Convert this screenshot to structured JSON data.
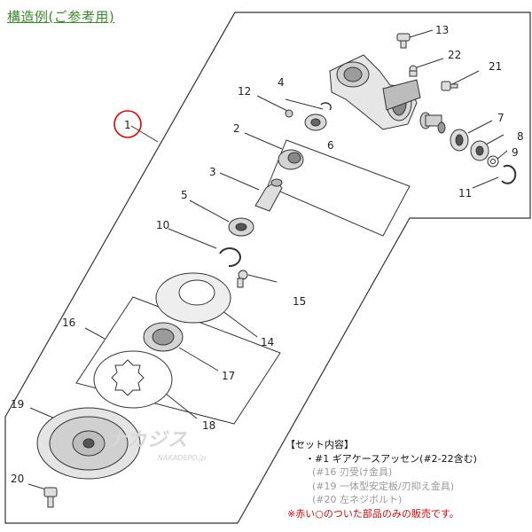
{
  "title": "構造例(ご参考用)",
  "part_numbers": {
    "p1": "1",
    "p2": "2",
    "p3": "3",
    "p4": "4",
    "p5": "5",
    "p6": "6",
    "p7": "7",
    "p8": "8",
    "p9": "9",
    "p10": "10",
    "p11": "11",
    "p12": "12",
    "p13": "13",
    "p14": "14",
    "p15": "15",
    "p16": "16",
    "p17": "17",
    "p18": "18",
    "p19": "19",
    "p20": "20",
    "p21": "21",
    "p22": "22"
  },
  "set_contents": {
    "header": "【セット内容】",
    "main_item": "・#1 ギアケースアッセン(#2-22含む)",
    "sub_items": [
      "(#16 刃受け金具)",
      "(#19 一体型安定板/刃抑え金具)",
      "(#20 左ネジボルト)"
    ],
    "note": "※赤い○のついた部品のみの販売です。"
  },
  "watermark": "ナカジス",
  "watermark_url": "NAKADEPO.jp",
  "colors": {
    "title": "#3a8a2a",
    "highlight_circle": "#e00000",
    "note": "#e00000"
  }
}
